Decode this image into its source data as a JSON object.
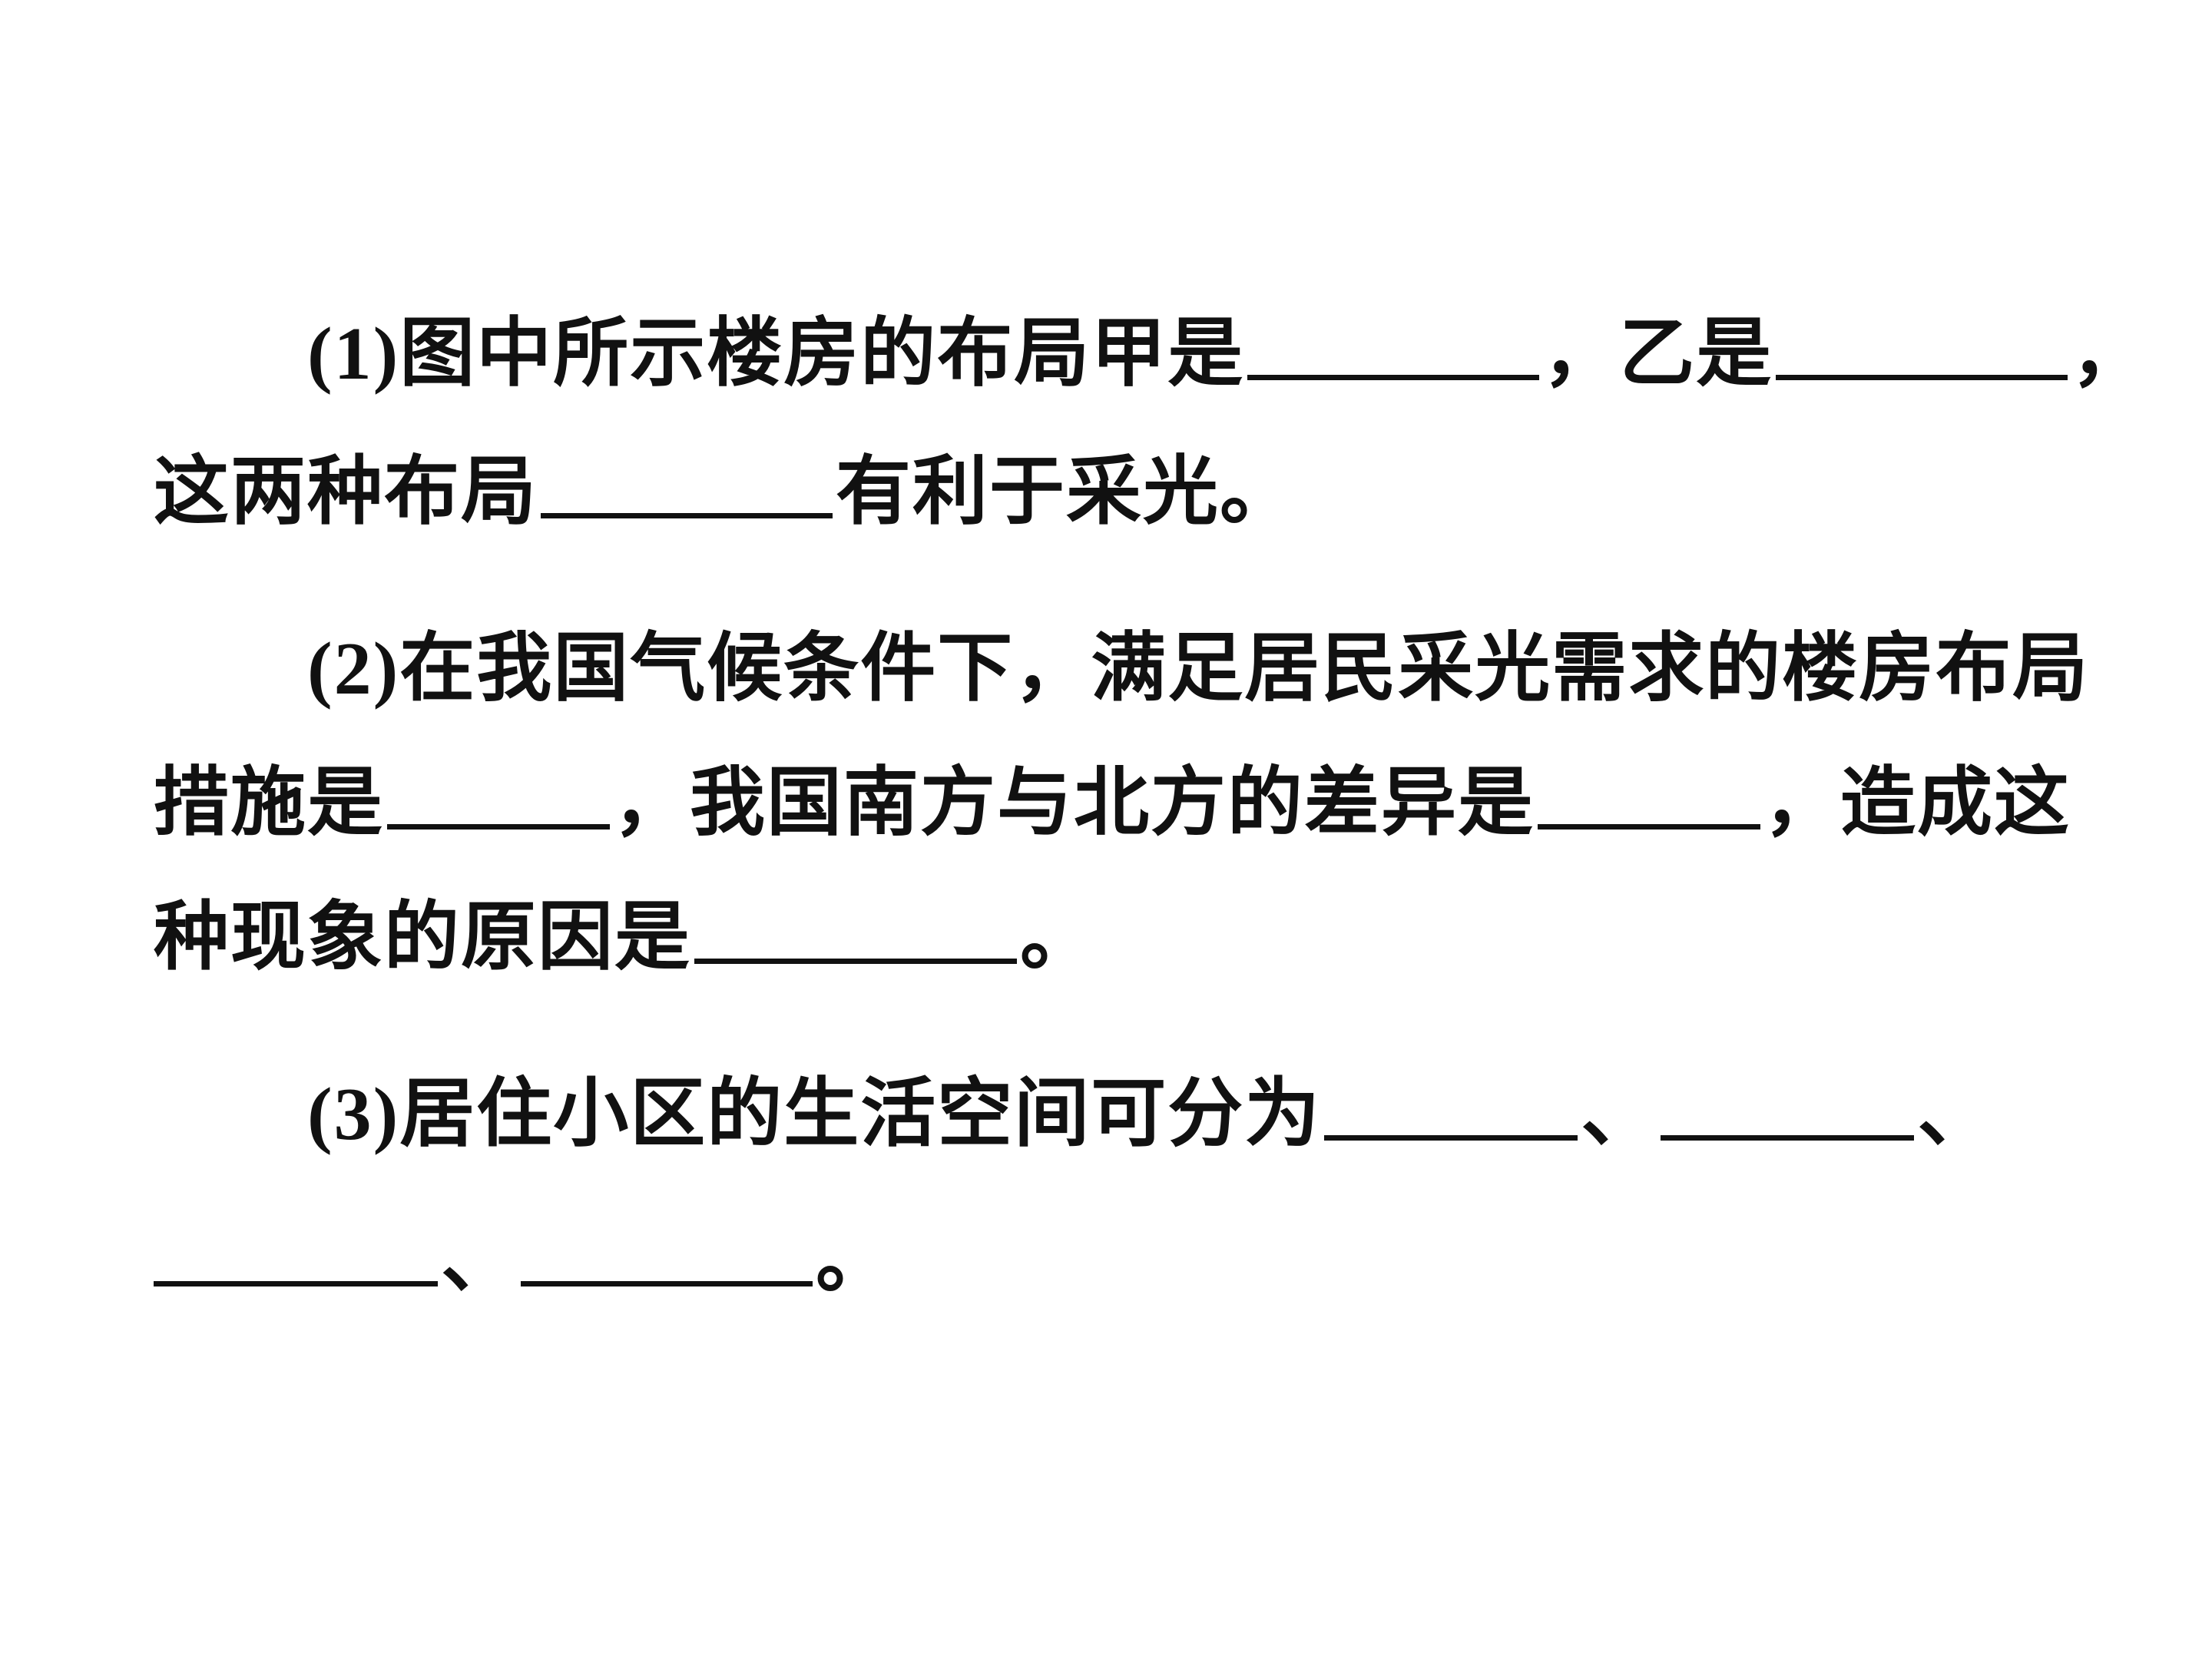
{
  "question1": {
    "number": "(1)",
    "line1": {
      "a": "图中所示楼房的布局甲是",
      "b": "，乙是",
      "c": "，"
    },
    "line2": {
      "a": "这两种布局",
      "b": "有利于采光。"
    }
  },
  "question2": {
    "number": "(2)",
    "line1": {
      "a": "在我国气候条件下，满足居民采光需求的楼房布局"
    },
    "line2": {
      "a": "措施是",
      "b": "，我国南方与北方的差异是",
      "c": "，造成这"
    },
    "line3": {
      "a": "种现象的原因是",
      "b": "。"
    }
  },
  "question3": {
    "number": "(3)",
    "line1": {
      "a": "居住小区的生活空间可分为",
      "b": "、",
      "c": "、"
    },
    "line2": {
      "a": "、",
      "b": "。"
    }
  }
}
